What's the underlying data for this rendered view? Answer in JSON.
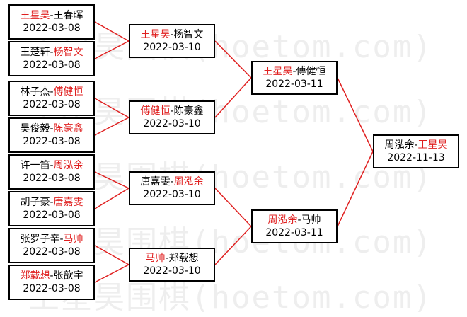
{
  "watermark": {
    "text": "王星昊围棋(hoetom.com)"
  },
  "colors": {
    "winner": "#e02020",
    "text": "#000000",
    "line": "#e02020"
  },
  "round1": [
    {
      "p1": "王星昊",
      "p2": "王春晖",
      "winner": 1,
      "date": "2022-03-08"
    },
    {
      "p1": "王楚轩",
      "p2": "杨智文",
      "winner": 2,
      "date": "2022-03-08"
    },
    {
      "p1": "林子杰",
      "p2": "傅健恒",
      "winner": 2,
      "date": "2022-03-08"
    },
    {
      "p1": "吴俊毅",
      "p2": "陈豪鑫",
      "winner": 2,
      "date": "2022-03-08"
    },
    {
      "p1": "许一笛",
      "p2": "周泓余",
      "winner": 2,
      "date": "2022-03-08"
    },
    {
      "p1": "胡子豪",
      "p2": "唐嘉雯",
      "winner": 2,
      "date": "2022-03-08"
    },
    {
      "p1": "张罗子辛",
      "p2": "马帅",
      "winner": 2,
      "date": "2022-03-08"
    },
    {
      "p1": "郑载想",
      "p2": "张歆宇",
      "winner": 1,
      "date": "2022-03-08"
    }
  ],
  "round2": [
    {
      "p1": "王星昊",
      "p2": "杨智文",
      "winner": 1,
      "date": "2022-03-10"
    },
    {
      "p1": "傅健恒",
      "p2": "陈豪鑫",
      "winner": 1,
      "date": "2022-03-10"
    },
    {
      "p1": "唐嘉雯",
      "p2": "周泓余",
      "winner": 2,
      "date": "2022-03-10"
    },
    {
      "p1": "马帅",
      "p2": "郑载想",
      "winner": 1,
      "date": "2022-03-10"
    }
  ],
  "round3": [
    {
      "p1": "王星昊",
      "p2": "傅健恒",
      "winner": 1,
      "date": "2022-03-11"
    },
    {
      "p1": "周泓余",
      "p2": "马帅",
      "winner": 1,
      "date": "2022-03-11"
    }
  ],
  "final": [
    {
      "p1": "周泓余",
      "p2": "王星昊",
      "winner": 2,
      "date": "2022-11-13"
    }
  ]
}
